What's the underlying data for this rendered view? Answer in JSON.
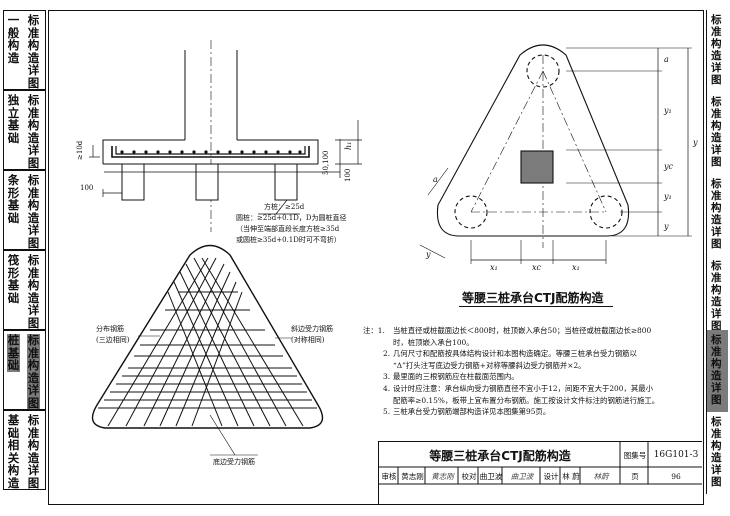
{
  "left_tabs": [
    {
      "label": "一般构造",
      "sub": "标准构造详图",
      "shaded": false
    },
    {
      "label": "独立基础",
      "sub": "标准构造详图",
      "shaded": false
    },
    {
      "label": "条形基础",
      "sub": "标准构造详图",
      "shaded": false
    },
    {
      "label": "筏形基础",
      "sub": "标准构造详图",
      "shaded": false
    },
    {
      "label": "桩基础",
      "sub": "标准构造详图",
      "shaded": true
    },
    {
      "label": "基础相关构造",
      "sub": "标准构造详图",
      "shaded": false
    }
  ],
  "right_tabs": [
    {
      "label": "标准构造详图",
      "shaded": false
    },
    {
      "label": "标准构造详图",
      "shaded": false
    },
    {
      "label": "标准构造详图",
      "shaded": false
    },
    {
      "label": "标准构造详图",
      "shaded": false
    },
    {
      "label": "标准构造详图",
      "shaded": true
    },
    {
      "label": "标准构造详图",
      "shaded": false
    }
  ],
  "section_labels": {
    "d10": "≥10d",
    "dim_50_100": "50,100",
    "h1": "h₁",
    "dim_100_left": "100",
    "dim_100_right": "100",
    "note_line1": "方桩：≥25d",
    "note_line2": "圆桩：≥25d+0.1D，D为圆桩直径",
    "note_line3": "（当伸至端部直段长度方桩≥35d",
    "note_line4": "或圆桩≥35d+0.1D时可不弯折）"
  },
  "plan_labels": {
    "a_top": "a",
    "y1_top": "y₁",
    "yc": "yc",
    "y1_bot": "y₁",
    "y": "y",
    "y_small": "y",
    "a_left": "a",
    "y_left": "y",
    "x1_left": "x₁",
    "xc": "xc",
    "x1_right": "x₁",
    "plan_title": "等腰三桩承台CTJ配筋构造"
  },
  "rebar_labels": {
    "distribution": "分布钢筋",
    "distribution_sub": "(三边相同)",
    "diagonal": "斜边受力钢筋",
    "diagonal_sub": "(对称相同)",
    "bottom": "底边受力钢筋"
  },
  "notes": [
    {
      "lead": "注：1.",
      "text": "当桩直径或桩截面边长＜800时，桩顶嵌入承台50；当桩径或桩截面边长≥800"
    },
    {
      "lead": "",
      "text": "时，桩顶嵌入承台100。"
    },
    {
      "lead": "2.",
      "text": "几何尺寸和配筋按具体结构设计和本图构造确定。等腰三桩承台受力钢筋以"
    },
    {
      "lead": "",
      "text": "“Δ”打头注写底边受力钢筋+对称等腰斜边受力钢筋并×2。"
    },
    {
      "lead": "3.",
      "text": "最里面的三根钢筋应在柱截面范围内。"
    },
    {
      "lead": "4.",
      "text": "设计时应注意：承台纵向受力钢筋直径不宜小于12，间距不宜大于200，其最小"
    },
    {
      "lead": "",
      "text": "配筋率≥0.15%，板带上宜布置分布钢筋。施工按设计文件标注的钢筋进行施工。"
    },
    {
      "lead": "5.",
      "text": "三桩承台受力钢筋端部构造详见本图集第95页。"
    }
  ],
  "title_block": {
    "title": "等腰三桩承台CTJ配筋构造",
    "atlas_label": "图集号",
    "atlas_no": "16G101-3",
    "review_label": "审核",
    "reviewer": "黄志刚",
    "reviewer_sig": "黄志刚",
    "check_label": "校对",
    "checker": "曲卫波",
    "checker_sig": "曲卫波",
    "design_label": "设计",
    "designer": "林 蔚",
    "designer_sig": "林蔚",
    "page_label": "页",
    "page_no": "96"
  }
}
